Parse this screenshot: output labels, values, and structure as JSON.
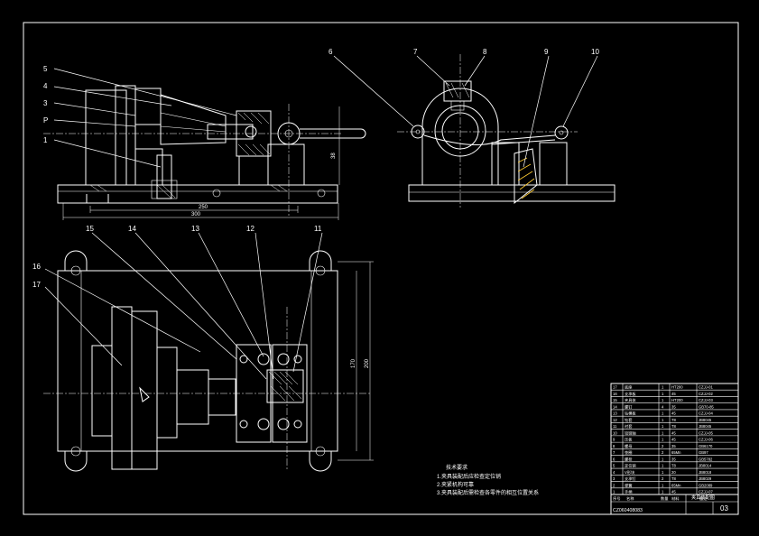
{
  "drawing": {
    "balloons_front": [
      "5",
      "4",
      "3",
      "P",
      "1"
    ],
    "balloons_side": [
      "6",
      "7",
      "8",
      "9",
      "10"
    ],
    "balloons_plan_top": [
      "15",
      "14",
      "13",
      "12",
      "11"
    ],
    "balloons_plan_left": [
      "16",
      "17"
    ],
    "dimensions": {
      "front_height": "38",
      "front_base_length": "300",
      "front_sub_length": "250",
      "plan_height_inner": "170",
      "plan_height_outer": "200"
    },
    "tech_notes": {
      "heading": "技术要求",
      "lines": [
        "1.夹具装配后应检查定位销",
        "2.夹紧机构可靠",
        "3.夹具装配后需检查各零件的相互位置关系"
      ]
    },
    "title_block": {
      "bom_rows": [
        {
          "no": "17",
          "name": "底座",
          "qty": "1",
          "mat": "HT200",
          "std": "CZJJ-01"
        },
        {
          "no": "16",
          "name": "支承板",
          "qty": "1",
          "mat": "45",
          "std": "CZJJ-02"
        },
        {
          "no": "15",
          "name": "夹具体",
          "qty": "1",
          "mat": "HT200",
          "std": "CZJJ-03"
        },
        {
          "no": "14",
          "name": "螺钉",
          "qty": "4",
          "mat": "35",
          "std": "GB70-85"
        },
        {
          "no": "13",
          "name": "钻模板",
          "qty": "1",
          "mat": "45",
          "std": "CZJJ-04"
        },
        {
          "no": "12",
          "name": "钻套",
          "qty": "1",
          "mat": "T8",
          "std": "JB8045"
        },
        {
          "no": "11",
          "name": "衬套",
          "qty": "1",
          "mat": "T8",
          "std": "JB8045"
        },
        {
          "no": "10",
          "name": "铰链轴",
          "qty": "1",
          "mat": "45",
          "std": "CZJJ-05"
        },
        {
          "no": "9",
          "name": "压板",
          "qty": "1",
          "mat": "45",
          "std": "CZJJ-06"
        },
        {
          "no": "8",
          "name": "螺母",
          "qty": "2",
          "mat": "35",
          "std": "GB6170"
        },
        {
          "no": "7",
          "name": "垫圈",
          "qty": "2",
          "mat": "65Mn",
          "std": "GB97"
        },
        {
          "no": "6",
          "name": "螺栓",
          "qty": "1",
          "mat": "35",
          "std": "GB5782"
        },
        {
          "no": "5",
          "name": "定位销",
          "qty": "1",
          "mat": "T8",
          "std": "JB8014"
        },
        {
          "no": "4",
          "name": "V形块",
          "qty": "1",
          "mat": "20",
          "std": "JB8018"
        },
        {
          "no": "3",
          "name": "支承钉",
          "qty": "2",
          "mat": "T8",
          "std": "JB8029"
        },
        {
          "no": "2",
          "name": "弹簧",
          "qty": "1",
          "mat": "65Mn",
          "std": "GB2089"
        },
        {
          "no": "1",
          "name": "手柄",
          "qty": "1",
          "mat": "45",
          "std": "CZJJ-07"
        }
      ],
      "header_labels": [
        "序号",
        "名称",
        "数量",
        "材料",
        "备注"
      ],
      "drawing_title": "夹具装配图",
      "drawing_no": "CZ060408083",
      "sheet": "03"
    }
  }
}
